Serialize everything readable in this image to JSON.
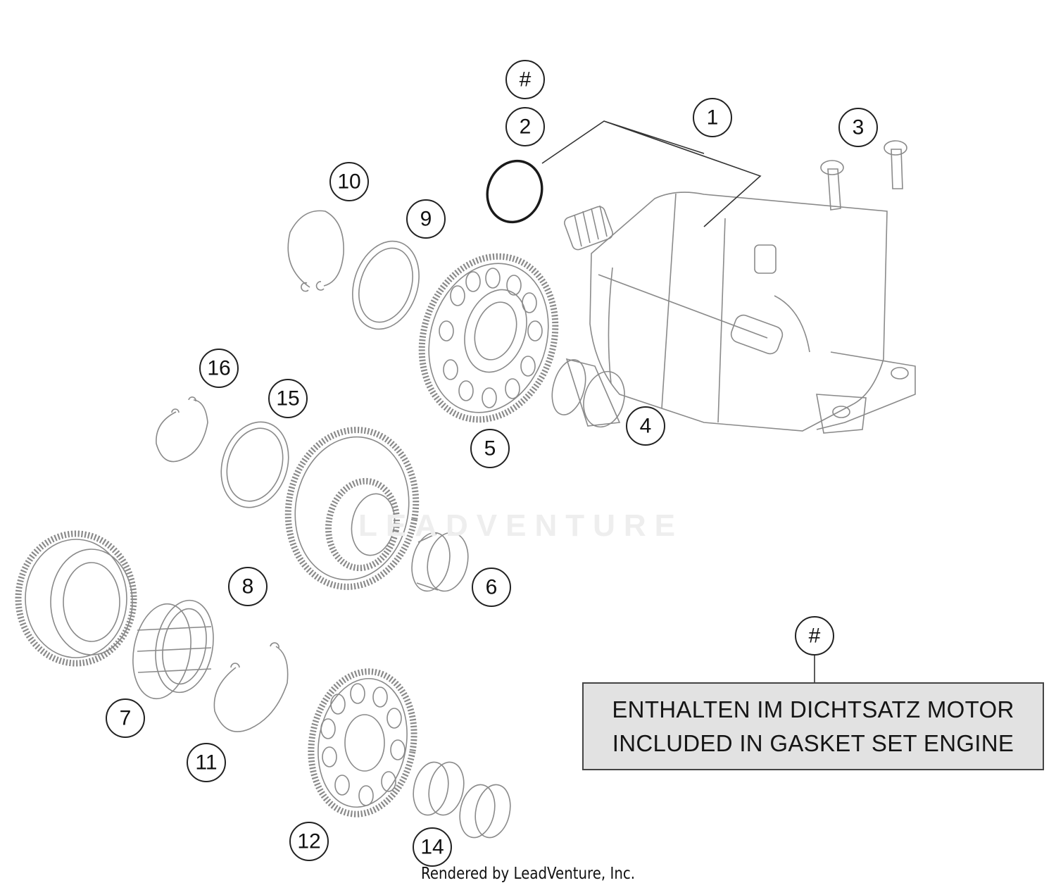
{
  "callouts": [
    {
      "label": "#"
    },
    {
      "label": "2"
    },
    {
      "label": "1"
    },
    {
      "label": "3"
    },
    {
      "label": "10"
    },
    {
      "label": "9"
    },
    {
      "label": "16"
    },
    {
      "label": "15"
    },
    {
      "label": "5"
    },
    {
      "label": "4"
    },
    {
      "label": "8"
    },
    {
      "label": "6"
    },
    {
      "label": "7"
    },
    {
      "label": "11"
    },
    {
      "label": "12"
    },
    {
      "label": "14"
    },
    {
      "label": "#"
    }
  ],
  "note": {
    "line1": "ENTHALTEN IM DICHTSATZ MOTOR",
    "line2": "INCLUDED IN GASKET SET ENGINE"
  },
  "watermark": "LEADVENTURE",
  "footer": "Rendered by LeadVenture, Inc.",
  "colors": {
    "note_background": "#e2e2e2",
    "line_art": "#8a8a8a"
  }
}
